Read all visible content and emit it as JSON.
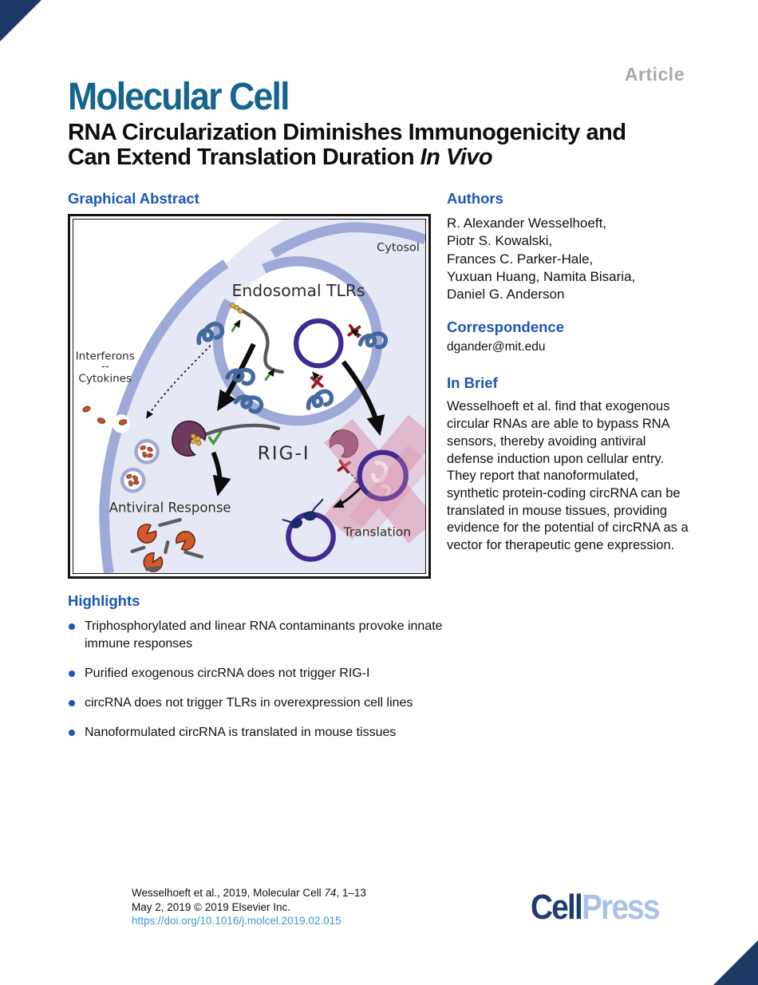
{
  "masthead": {
    "article_label": "Article",
    "journal": "Molecular Cell"
  },
  "title": {
    "line1": "RNA Circularization Diminishes Immunogenicity and",
    "line2": "Can Extend Translation Duration ",
    "line2_italic": "In Vivo"
  },
  "graphical_abstract": {
    "heading": "Graphical Abstract",
    "labels": {
      "cytosol": "Cytosol",
      "endosomal_tlrs": "Endosomal TLRs",
      "interferons": "Interferons",
      "separator": "--",
      "cytokines": "Cytokines",
      "rig_i": "RIG-I",
      "antiviral_response": "Antiviral Response",
      "translation": "Translation"
    }
  },
  "authors": {
    "heading": "Authors",
    "lines": [
      "R. Alexander Wesselhoeft,",
      "Piotr S. Kowalski,",
      "Frances C. Parker-Hale,",
      "Yuxuan Huang, Namita Bisaria,",
      "Daniel G. Anderson"
    ]
  },
  "correspondence": {
    "heading": "Correspondence",
    "email": "dgander@mit.edu"
  },
  "in_brief": {
    "heading": "In Brief",
    "text": "Wesselhoeft et al. find that exogenous circular RNAs are able to bypass RNA sensors, thereby avoiding antiviral defense induction upon cellular entry. They report that nanoformulated, synthetic protein-coding circRNA can be translated in mouse tissues, providing evidence for the potential of circRNA as a vector for therapeutic gene expression."
  },
  "highlights": {
    "heading": "Highlights",
    "items": [
      "Triphosphorylated and linear RNA contaminants provoke innate immune responses",
      "Purified exogenous circRNA does not trigger RIG-I",
      "circRNA does not trigger TLRs in overexpression cell lines",
      "Nanoformulated circRNA is translated in mouse tissues"
    ]
  },
  "footer": {
    "citation_prefix": "Wesselhoeft et al., 2019, Molecular Cell ",
    "volume": "74",
    "pages": ", 1–13",
    "copyright_line": "May 2, 2019 © 2019 Elsevier Inc.",
    "doi": "https://doi.org/10.1016/j.molcel.2019.02.015"
  },
  "publisher": {
    "name_dark": "Cell",
    "name_light": "Press"
  },
  "colors": {
    "heading_blue": "#1b57b8",
    "journal_blue": "#14648f",
    "link_blue": "#3e97d1",
    "corner_navy": "#1f3864",
    "cellpress_navy": "#1e3a70",
    "cellpress_light": "#a9c0e8",
    "membrane_periwinkle": "#9fa9d8",
    "cytosol_lavender": "#e7e8f5",
    "circrna_purple": "#412a90",
    "rig_i_plum": "#6e3a60",
    "cytokine_orange": "#c8502a"
  }
}
